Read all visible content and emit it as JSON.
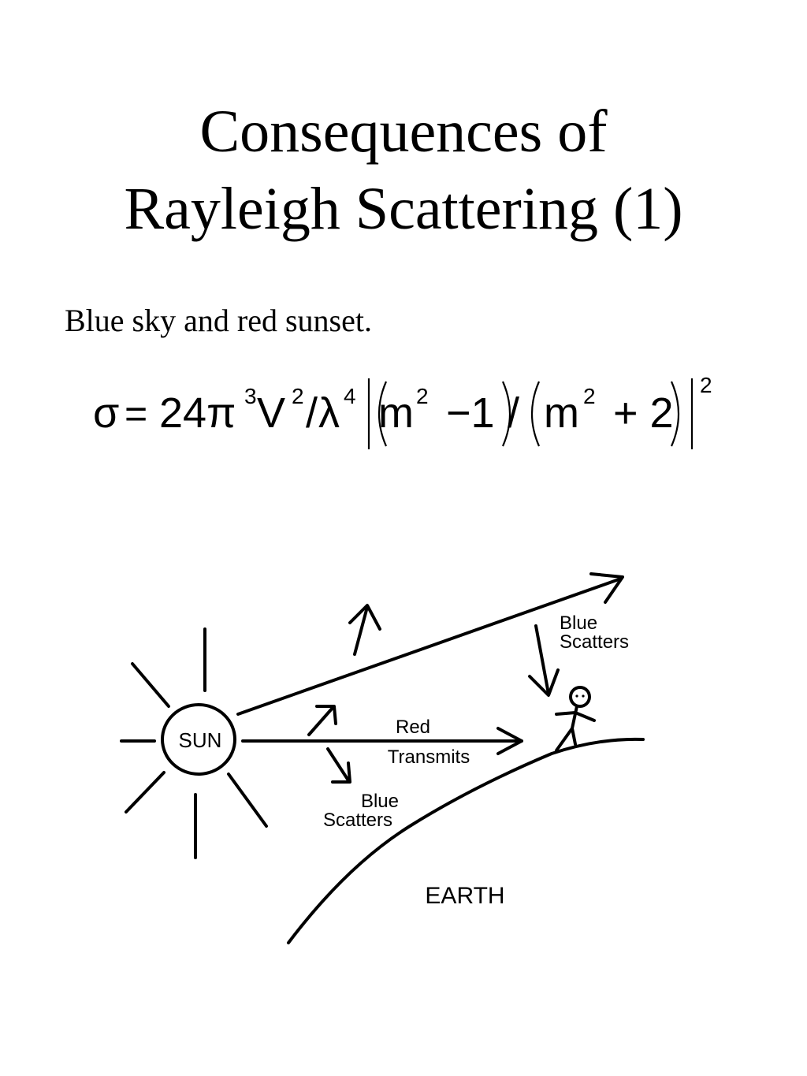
{
  "slide": {
    "title_line1": "Consequences of",
    "title_line2": "Rayleigh Scattering (1)",
    "subtitle": "Blue sky and red sunset."
  },
  "formula": {
    "sigma": "σ",
    "equals": "=",
    "coef": "24π",
    "pi_exp": "3",
    "v": "V",
    "v_exp": "2",
    "slash": "/",
    "lambda": "λ",
    "lambda_exp": "4",
    "m1": "m",
    "m1_exp": "2",
    "minus_one": "−1",
    "slash2": "/",
    "m2": "m",
    "m2_exp": "2",
    "plus_two": "+ 2",
    "outer_exp": "2"
  },
  "diagram": {
    "sun_label": "SUN",
    "red_label": "Red",
    "transmits_label": "Transmits",
    "blue_label_lower": "Blue",
    "scatters_label_lower": "Scatters",
    "blue_label_upper": "Blue",
    "scatters_label_upper": "Scatters",
    "earth_label": "EARTH"
  }
}
